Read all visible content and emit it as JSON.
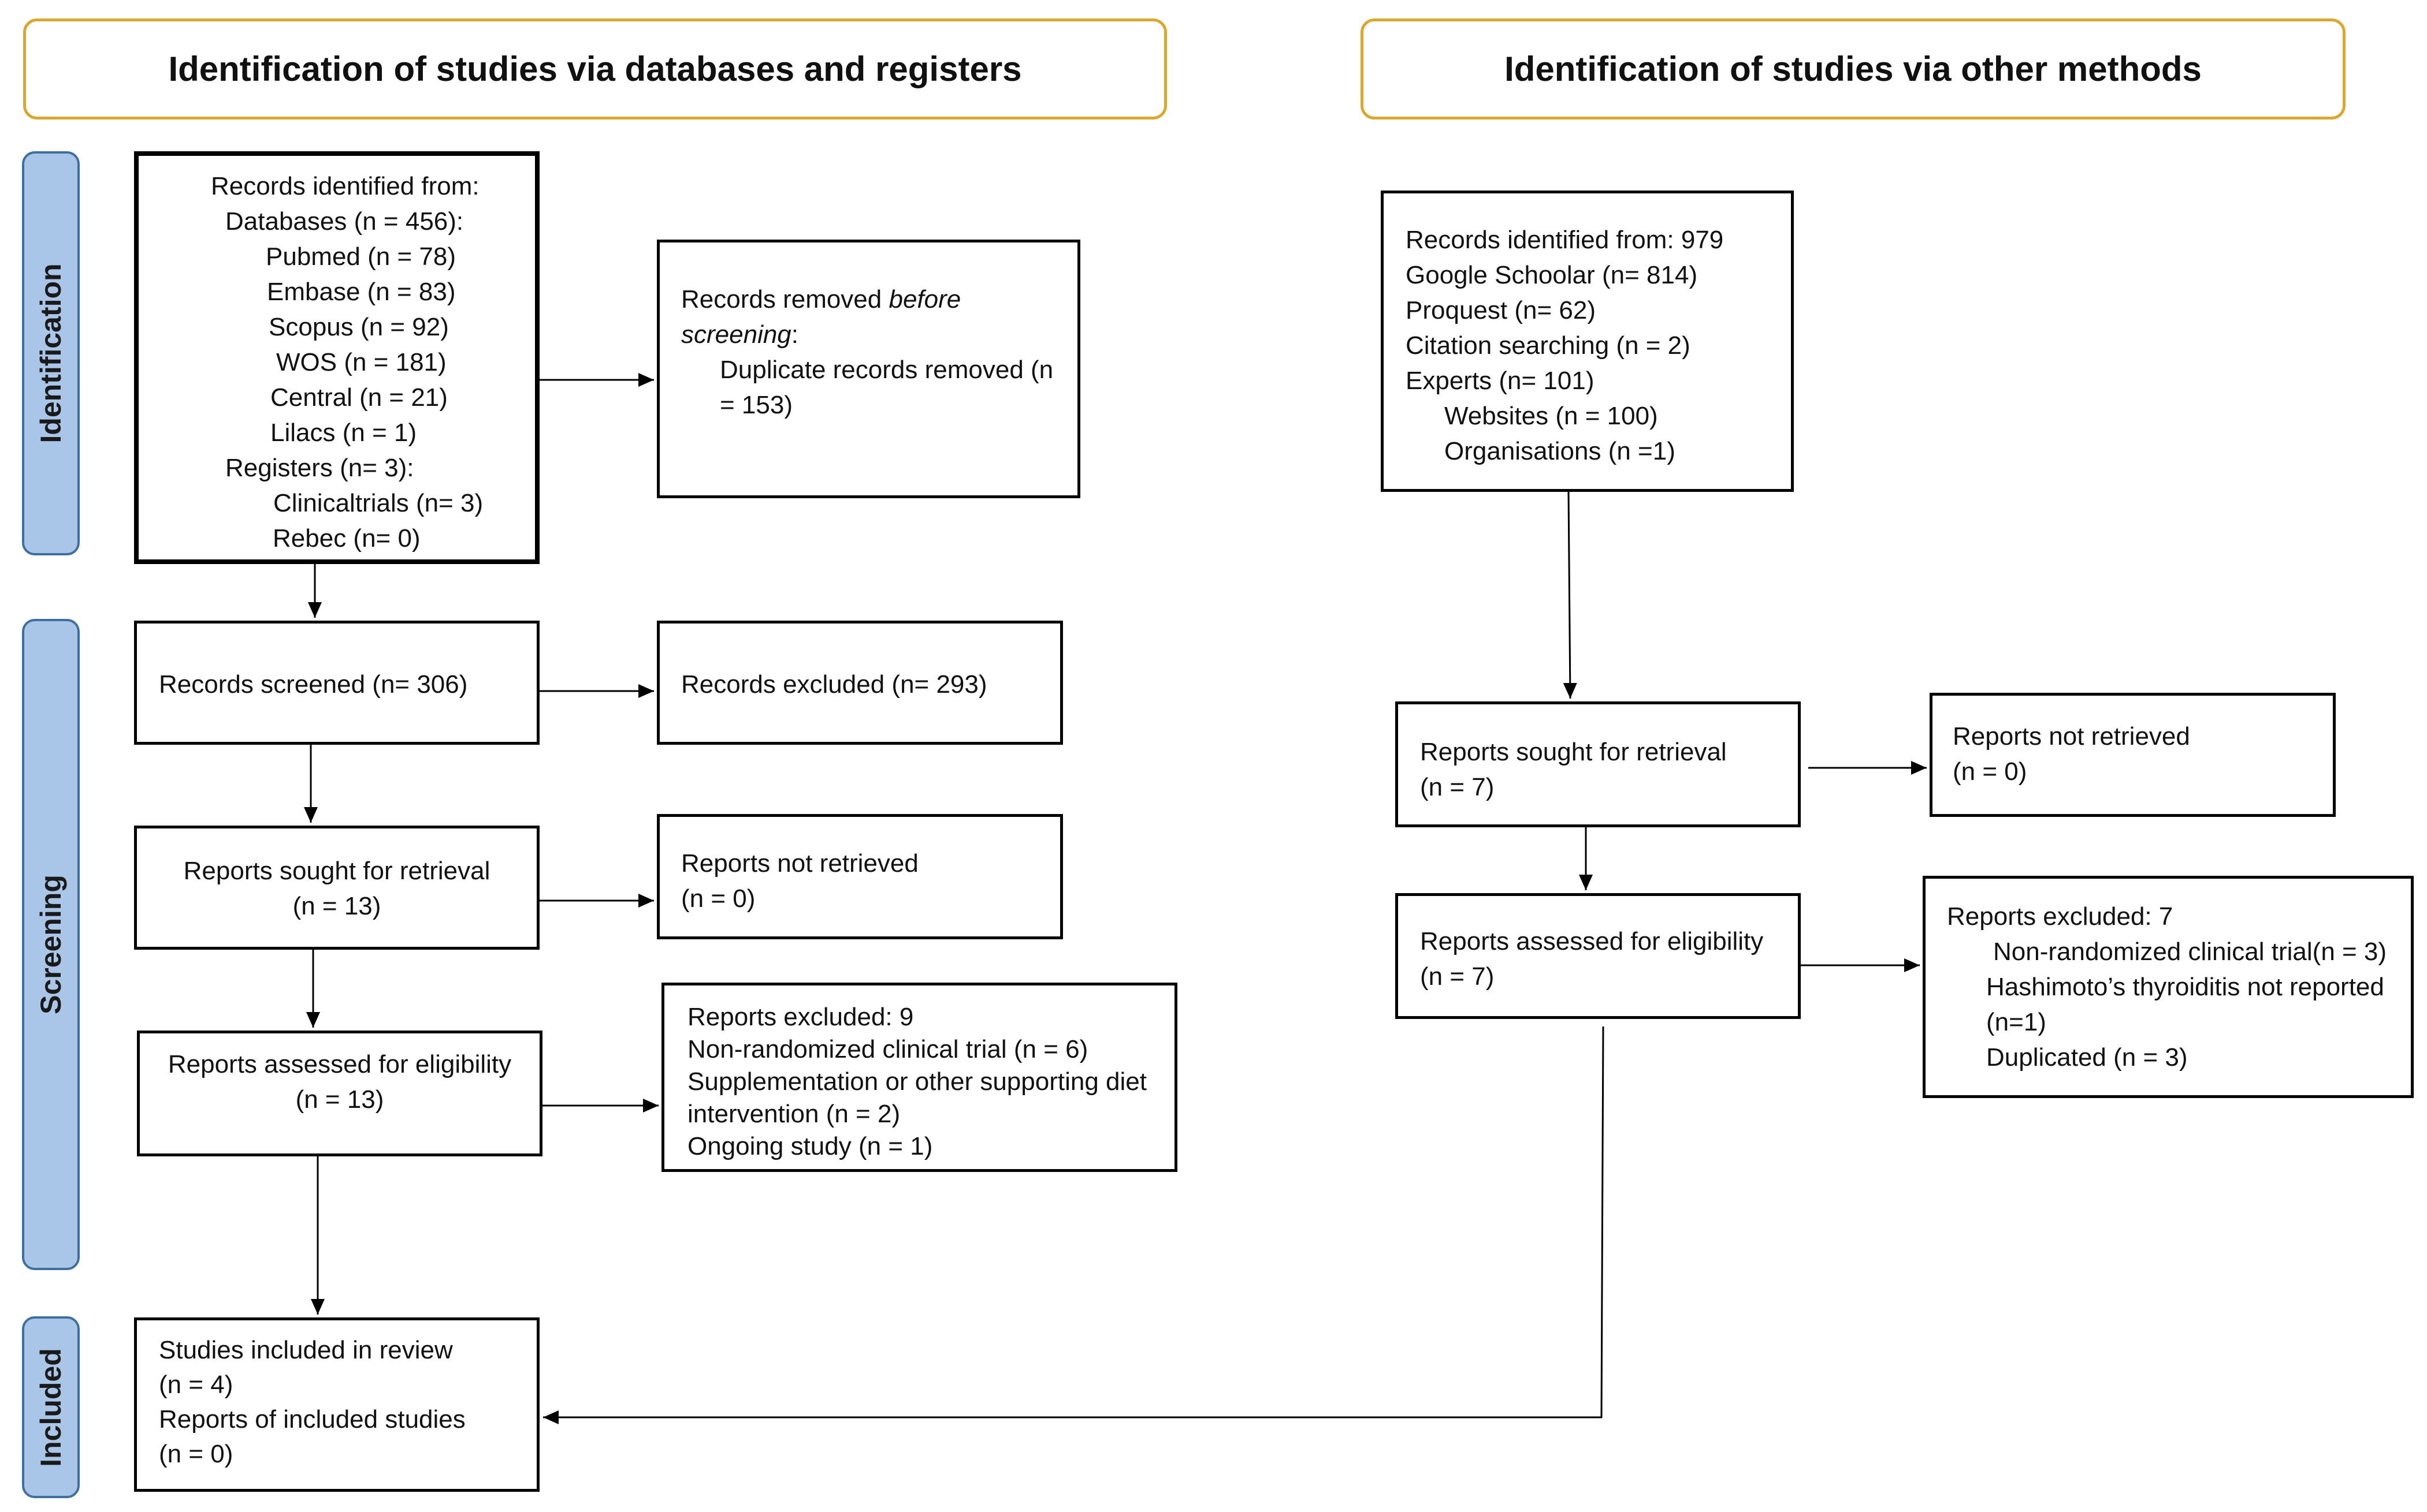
{
  "headers": {
    "left": "Identification of studies via databases and registers",
    "right": "Identification of studies via other methods"
  },
  "phases": {
    "identification": "Identification",
    "screening": "Screening",
    "included": "Included"
  },
  "left": {
    "records_identified": {
      "title": "Records identified from:",
      "databases": "Databases (n = 456):",
      "pubmed": "Pubmed (n = 78)",
      "embase": "Embase (n = 83)",
      "scopus": "Scopus (n = 92)",
      "wos": "WOS (n = 181)",
      "central": "Central (n = 21)",
      "lilacs": "Lilacs (n = 1)",
      "registers": "Registers (n= 3):",
      "clinicaltrials": "Clinicaltrials (n= 3)",
      "rebec": "Rebec (n= 0)"
    },
    "records_removed": {
      "prefix": "Records removed ",
      "emph": "before",
      "emph2": "screening",
      "colon": ":",
      "line3": "Duplicate records removed (n",
      "line4": "= 153)"
    },
    "records_screened": "Records screened (n= 306)",
    "records_excluded": "Records excluded (n= 293)",
    "reports_sought": {
      "line1": "Reports sought for retrieval",
      "line2": "(n = 13)"
    },
    "reports_not_retrieved": {
      "line1": "Reports not retrieved",
      "line2": "(n = 0)"
    },
    "reports_assessed": {
      "line1": "Reports assessed for eligibility",
      "line2": "(n = 13)"
    },
    "reports_excluded": {
      "line1": "Reports excluded: 9",
      "line2": "Non-randomized clinical trial (n = 6)",
      "line3": "Supplementation or other supporting diet",
      "line4": "intervention (n = 2)",
      "line5": "Ongoing study (n = 1)"
    },
    "studies_included": {
      "line1": "Studies included in review",
      "line2": "(n = 4)",
      "line3": "Reports of included studies",
      "line4": "(n = 0)"
    }
  },
  "right": {
    "records_identified": {
      "line1": "Records identified from: 979",
      "line2": "Google Schoolar (n= 814)",
      "line3": "Proquest (n= 62)",
      "line4": "Citation searching (n = 2)",
      "line5": "Experts (n= 101)",
      "line6": "Websites (n = 100)",
      "line7": "Organisations (n =1)"
    },
    "reports_sought": {
      "line1": "Reports sought for retrieval",
      "line2": "(n = 7)"
    },
    "reports_not_retrieved": {
      "line1": "Reports not retrieved",
      "line2": "(n = 0)"
    },
    "reports_assessed": {
      "line1": "Reports assessed for eligibility",
      "line2": "(n = 7)"
    },
    "reports_excluded": {
      "line1": "Reports excluded: 7",
      "line2": "Non-randomized clinical trial(n = 3)",
      "line3": "Hashimoto’s thyroiditis not reported",
      "line4": "(n=1)",
      "line5": "Duplicated (n = 3)"
    }
  }
}
